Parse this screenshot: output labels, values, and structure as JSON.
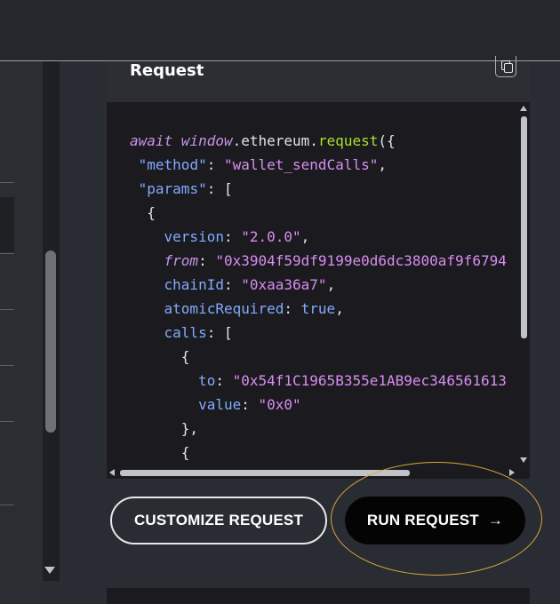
{
  "request_panel": {
    "title": "Request",
    "copy_icon": "copy-icon",
    "code_lines": [
      [
        {
          "t": "await",
          "c": "kw"
        },
        {
          "t": " "
        },
        {
          "t": "window",
          "c": "kw"
        },
        {
          "t": ".ethereum."
        },
        {
          "t": "request",
          "c": "fn"
        },
        {
          "t": "({"
        }
      ],
      [
        {
          "t": " "
        },
        {
          "t": "\"method\"",
          "c": "key"
        },
        {
          "t": ": "
        },
        {
          "t": "\"wallet_sendCalls\"",
          "c": "str"
        },
        {
          "t": ","
        }
      ],
      [
        {
          "t": " "
        },
        {
          "t": "\"params\"",
          "c": "key"
        },
        {
          "t": ": ["
        }
      ],
      [
        {
          "t": "  {"
        }
      ],
      [
        {
          "t": "    "
        },
        {
          "t": "version",
          "c": "key"
        },
        {
          "t": ": "
        },
        {
          "t": "\"2.0.0\"",
          "c": "str"
        },
        {
          "t": ","
        }
      ],
      [
        {
          "t": "    "
        },
        {
          "t": "from",
          "c": "kw"
        },
        {
          "t": ": "
        },
        {
          "t": "\"0x3904f59df9199e0d6dc3800af9f6794",
          "c": "str"
        }
      ],
      [
        {
          "t": "    "
        },
        {
          "t": "chainId",
          "c": "key"
        },
        {
          "t": ": "
        },
        {
          "t": "\"0xaa36a7\"",
          "c": "str"
        },
        {
          "t": ","
        }
      ],
      [
        {
          "t": "    "
        },
        {
          "t": "atomicRequired",
          "c": "key"
        },
        {
          "t": ": "
        },
        {
          "t": "true",
          "c": "key"
        },
        {
          "t": ","
        }
      ],
      [
        {
          "t": "    "
        },
        {
          "t": "calls",
          "c": "key"
        },
        {
          "t": ": ["
        }
      ],
      [
        {
          "t": "      {"
        }
      ],
      [
        {
          "t": "        "
        },
        {
          "t": "to",
          "c": "key"
        },
        {
          "t": ": "
        },
        {
          "t": "\"0x54f1C1965B355e1AB9ec346561613",
          "c": "str"
        }
      ],
      [
        {
          "t": "        "
        },
        {
          "t": "value",
          "c": "key"
        },
        {
          "t": ": "
        },
        {
          "t": "\"0x0\"",
          "c": "str"
        }
      ],
      [
        {
          "t": "      },"
        }
      ],
      [
        {
          "t": "      {"
        }
      ]
    ]
  },
  "buttons": {
    "customize_label": "CUSTOMIZE REQUEST",
    "run_label": "RUN REQUEST",
    "run_arrow": "→"
  },
  "colors": {
    "keyword": "#c792ea",
    "function": "#a6e22e",
    "key": "#82aaff",
    "string": "#d88cf2",
    "highlight_ring": "#d9a63a"
  }
}
